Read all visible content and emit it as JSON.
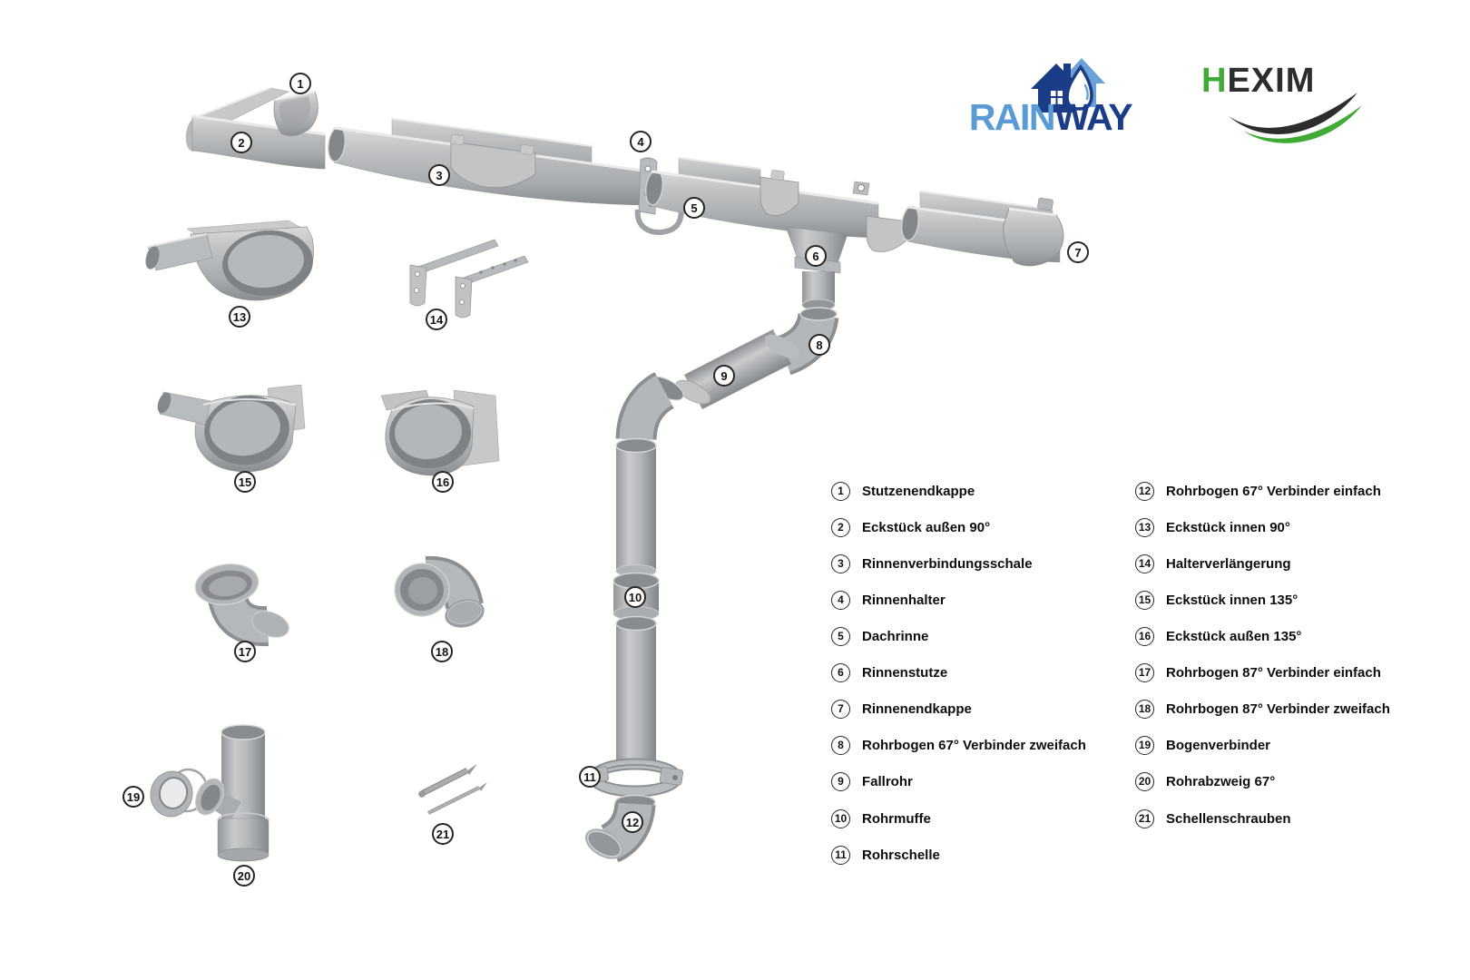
{
  "brand": {
    "rainway": {
      "text_light": "RAIN",
      "text_dark": "WAY",
      "light_blue": "#5b9bd5",
      "navy": "#1b3c86"
    },
    "hexim": {
      "text_green": "H",
      "text_dark": "EXIM",
      "green": "#3faa35",
      "dark": "#2d2d2d"
    }
  },
  "diagram": {
    "part_color": "#b4b7b9",
    "callout_numbers": [
      "1",
      "2",
      "3",
      "4",
      "5",
      "6",
      "7",
      "8",
      "9",
      "10",
      "11",
      "12",
      "13",
      "14",
      "15",
      "16",
      "17",
      "18",
      "19",
      "20",
      "21"
    ]
  },
  "legend": {
    "left": [
      {
        "num": "1",
        "label": "Stutzenendkappe"
      },
      {
        "num": "2",
        "label": "Eckstück außen 90°"
      },
      {
        "num": "3",
        "label": "Rinnenverbindungsschale"
      },
      {
        "num": "4",
        "label": "Rinnenhalter"
      },
      {
        "num": "5",
        "label": "Dachrinne"
      },
      {
        "num": "6",
        "label": "Rinnenstutze"
      },
      {
        "num": "7",
        "label": "Rinnenendkappe"
      },
      {
        "num": "8",
        "label": "Rohrbogen 67° Verbinder zweifach"
      },
      {
        "num": "9",
        "label": "Fallrohr"
      },
      {
        "num": "10",
        "label": "Rohrmuffe"
      },
      {
        "num": "11",
        "label": "Rohrschelle"
      }
    ],
    "right": [
      {
        "num": "12",
        "label": "Rohrbogen 67° Verbinder einfach"
      },
      {
        "num": "13",
        "label": "Eckstück innen 90°"
      },
      {
        "num": "14",
        "label": "Halterverlängerung"
      },
      {
        "num": "15",
        "label": "Eckstück innen 135°"
      },
      {
        "num": "16",
        "label": "Eckstück außen 135°"
      },
      {
        "num": "17",
        "label": "Rohrbogen 87° Verbinder einfach"
      },
      {
        "num": "18",
        "label": "Rohrbogen 87° Verbinder zweifach"
      },
      {
        "num": "19",
        "label": "Bogenverbinder"
      },
      {
        "num": "20",
        "label": "Rohrabzweig 67°"
      },
      {
        "num": "21",
        "label": "Schellenschrauben"
      }
    ]
  }
}
